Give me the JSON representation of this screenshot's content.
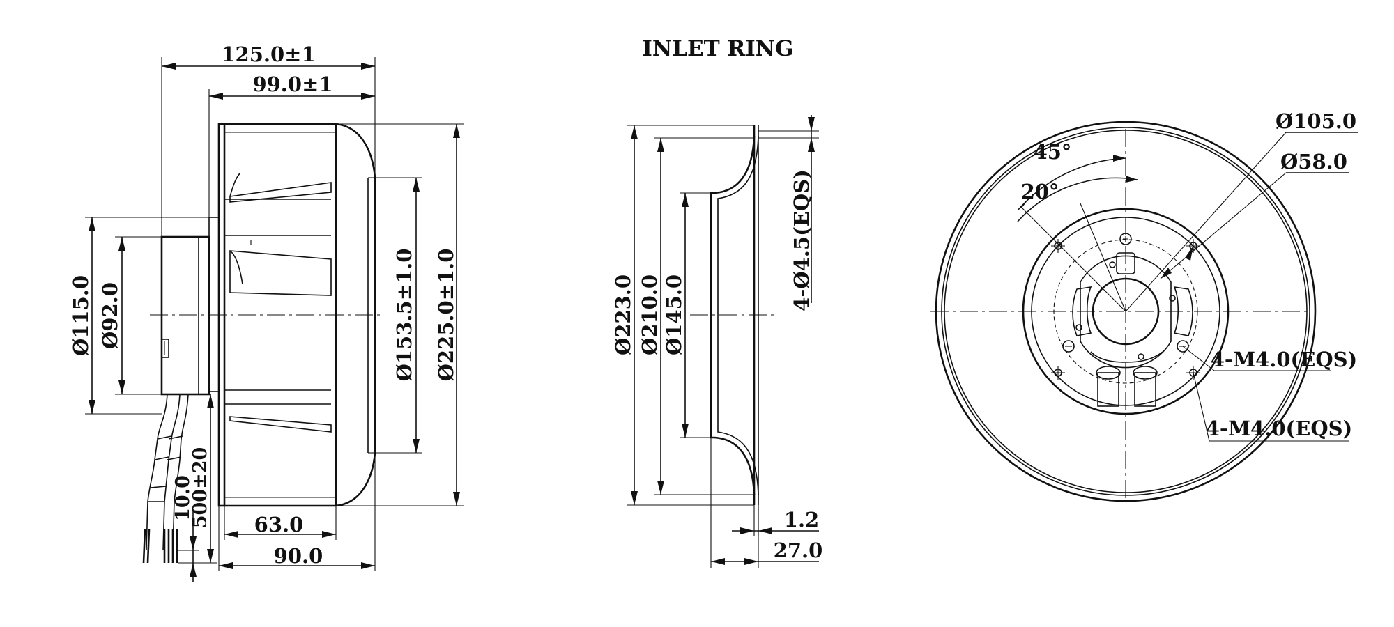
{
  "title": "INLET RING",
  "side_view": {
    "dim_overall_width": "125.0±1",
    "dim_impeller_width": "99.0±1",
    "dim_motor_diameter": "Ø115.0",
    "dim_motor_inner": "Ø92.0",
    "dim_inlet_diameter": "Ø153.5±1.0",
    "dim_outer_diameter": "Ø225.0±1.0",
    "dim_blade_height": "63.0",
    "dim_base_width": "90.0",
    "dim_cable_length": "500±20",
    "dim_cable_strip": "10.0"
  },
  "inlet_ring_view": {
    "dim_outer": "Ø223.0",
    "dim_mid": "Ø210.0",
    "dim_inner": "Ø145.0",
    "dim_holes": "4-Ø4.5(EQS)",
    "dim_thickness": "1.2",
    "dim_depth": "27.0"
  },
  "front_view": {
    "dim_pcd_large": "Ø105.0",
    "dim_pcd_small": "Ø58.0",
    "angle_large": "45°",
    "angle_small": "20°",
    "thread_a": "4-M4.0(EQS)",
    "thread_b": "4-M4.0(EQS)"
  }
}
